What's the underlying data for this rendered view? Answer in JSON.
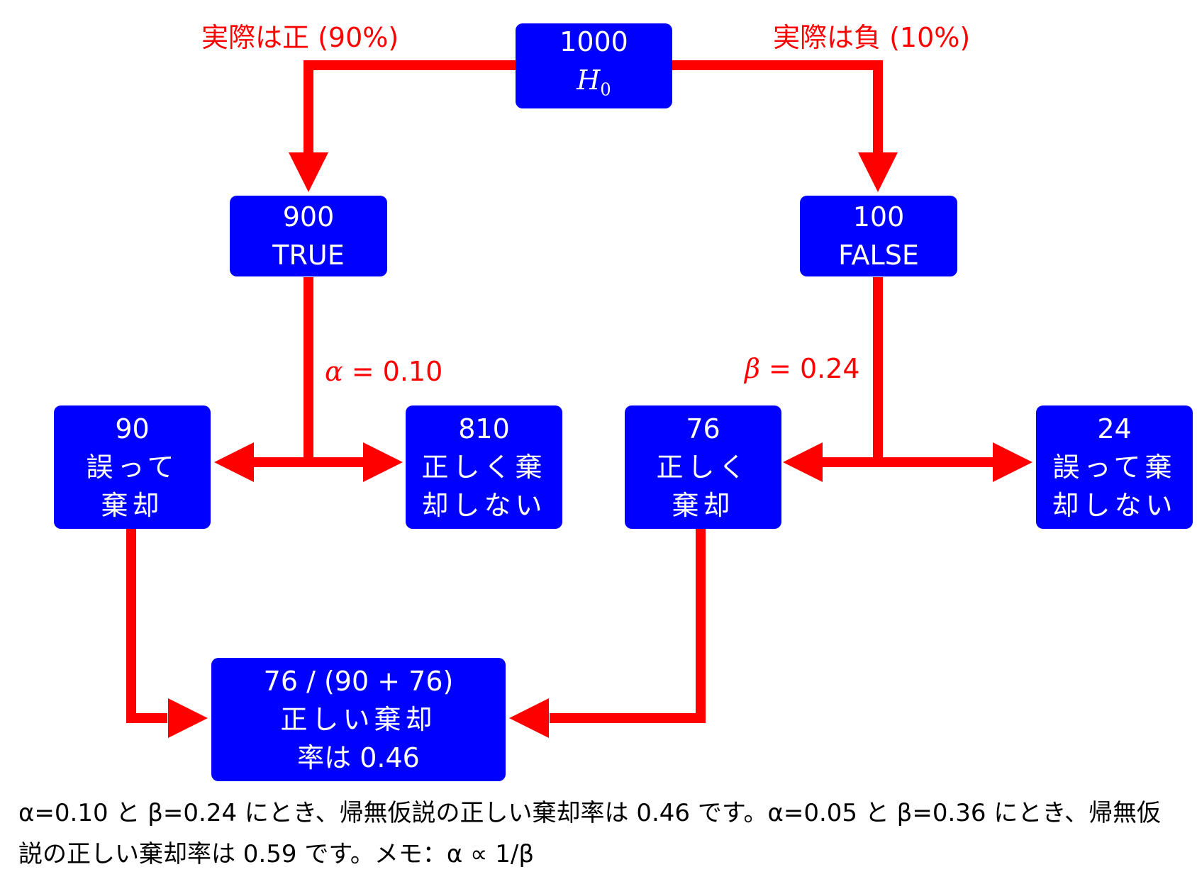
{
  "colors": {
    "box_fill": "#0000ff",
    "box_text": "#ffffff",
    "arrow": "#ff0000",
    "caption_text": "#000000"
  },
  "nodes": {
    "root": {
      "line1": "1000",
      "symbol": "H",
      "subscript": "0"
    },
    "true_node": {
      "line1": "900",
      "line2": "TRUE"
    },
    "false_node": {
      "line1": "100",
      "line2": "FALSE"
    },
    "false_rej": {
      "line1": "90",
      "line2": "誤って",
      "line3": "棄却"
    },
    "true_keep": {
      "line1": "810",
      "line2": "正しく棄",
      "line3": "却しない"
    },
    "true_rej": {
      "line1": "76",
      "line2": "正しく",
      "line3": "棄却"
    },
    "false_keep": {
      "line1": "24",
      "line2": "誤って棄",
      "line3": "却しない"
    },
    "result": {
      "line1": "76 / (90 + 76)",
      "line2": "正しい棄却",
      "line3": "率は 0.46"
    }
  },
  "edge_labels": {
    "left_top": "実際は正 (90%)",
    "right_top": "実際は負 (10%)",
    "alpha_symbol": "α",
    "alpha_value": " = 0.10",
    "beta_symbol": "β",
    "beta_value": " = 0.24"
  },
  "caption": "α=0.10 と β=0.24 にとき、帰無仮説の正しい棄却率は 0.46 です。α=0.05 と β=0.36 にとき、帰無仮説の正しい棄却率は 0.59 です。メモ：α ∝ 1/β"
}
